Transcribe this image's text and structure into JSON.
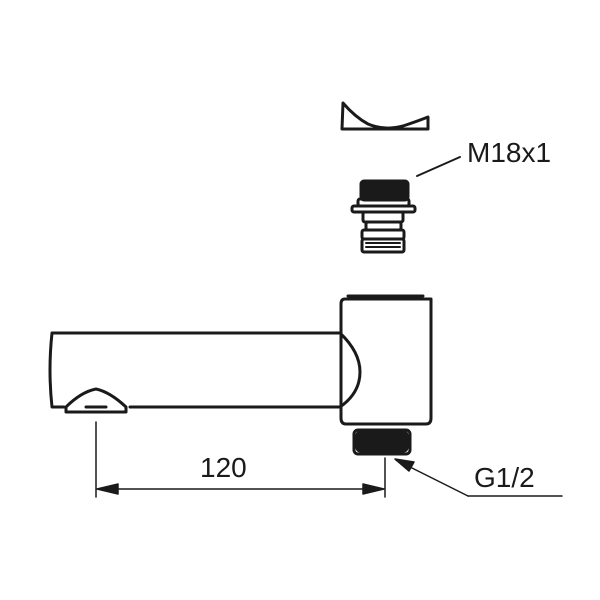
{
  "drawing": {
    "subject": "Wall-mounted faucet spout with adapter",
    "labels": {
      "adapter_thread": "M18x1",
      "inlet_thread": "G1/2",
      "length_dimension": "120"
    },
    "colors": {
      "line": "#1a1a1a",
      "background": "#ffffff"
    }
  }
}
